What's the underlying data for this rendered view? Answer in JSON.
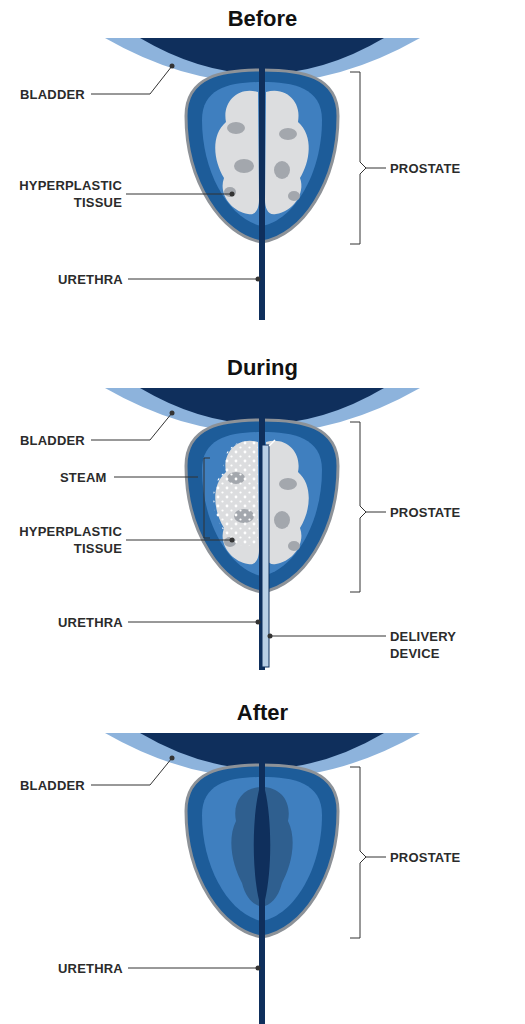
{
  "diagram": {
    "labels": [
      "Before",
      "BLADDER",
      "HYPERPLASTIC TISSUE",
      "URETHRA",
      "PROSTATE",
      "During",
      "BLADDER",
      "STEAM",
      "HYPERPLASTIC TISSUE",
      "URETHRA",
      "PROSTATE",
      "DELIVERY DEVICE",
      "After",
      "BLADDER",
      "URETHRA",
      "PROSTATE"
    ]
  }
}
